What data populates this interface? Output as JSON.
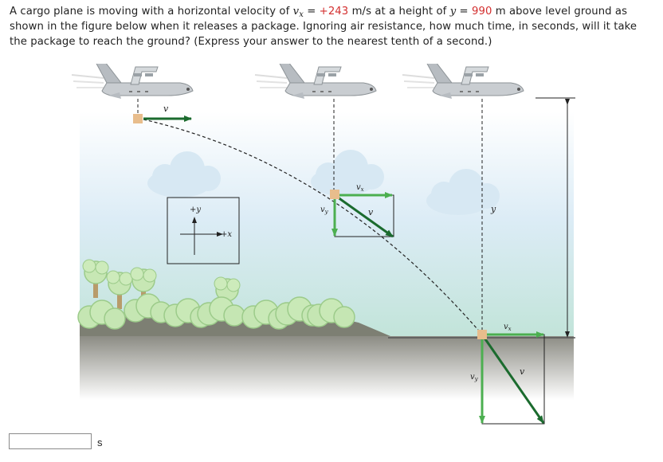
{
  "question": {
    "p1": "A cargo plane is moving with a horizontal velocity of ",
    "vx_var": "v",
    "vx_sub": "x",
    "eq1": " = ",
    "vx_value": "+243",
    "p2": " m/s at a height of ",
    "y_var": "y",
    "eq2": " = ",
    "y_value": "990",
    "p3": " m above level ground as shown in the figure below when it releases a package. Ignoring air resistance, how much time, in seconds, will it take the package to reach the ground? (Express your answer to the nearest tenth of a second.)"
  },
  "figure_labels": {
    "axis_y": "+y",
    "axis_x": "+x",
    "vx": "v",
    "vx_sub": "x",
    "vy": "v",
    "vy_sub": "y",
    "v_vec": "v",
    "height": "y"
  },
  "answer": {
    "value": "",
    "unit": "s"
  },
  "colors": {
    "given_value": "#d32f2f",
    "horizontal_arrow": "#4caf50",
    "diagonal_arrow": "#1b6b2e",
    "package": "#e8bd8c"
  }
}
